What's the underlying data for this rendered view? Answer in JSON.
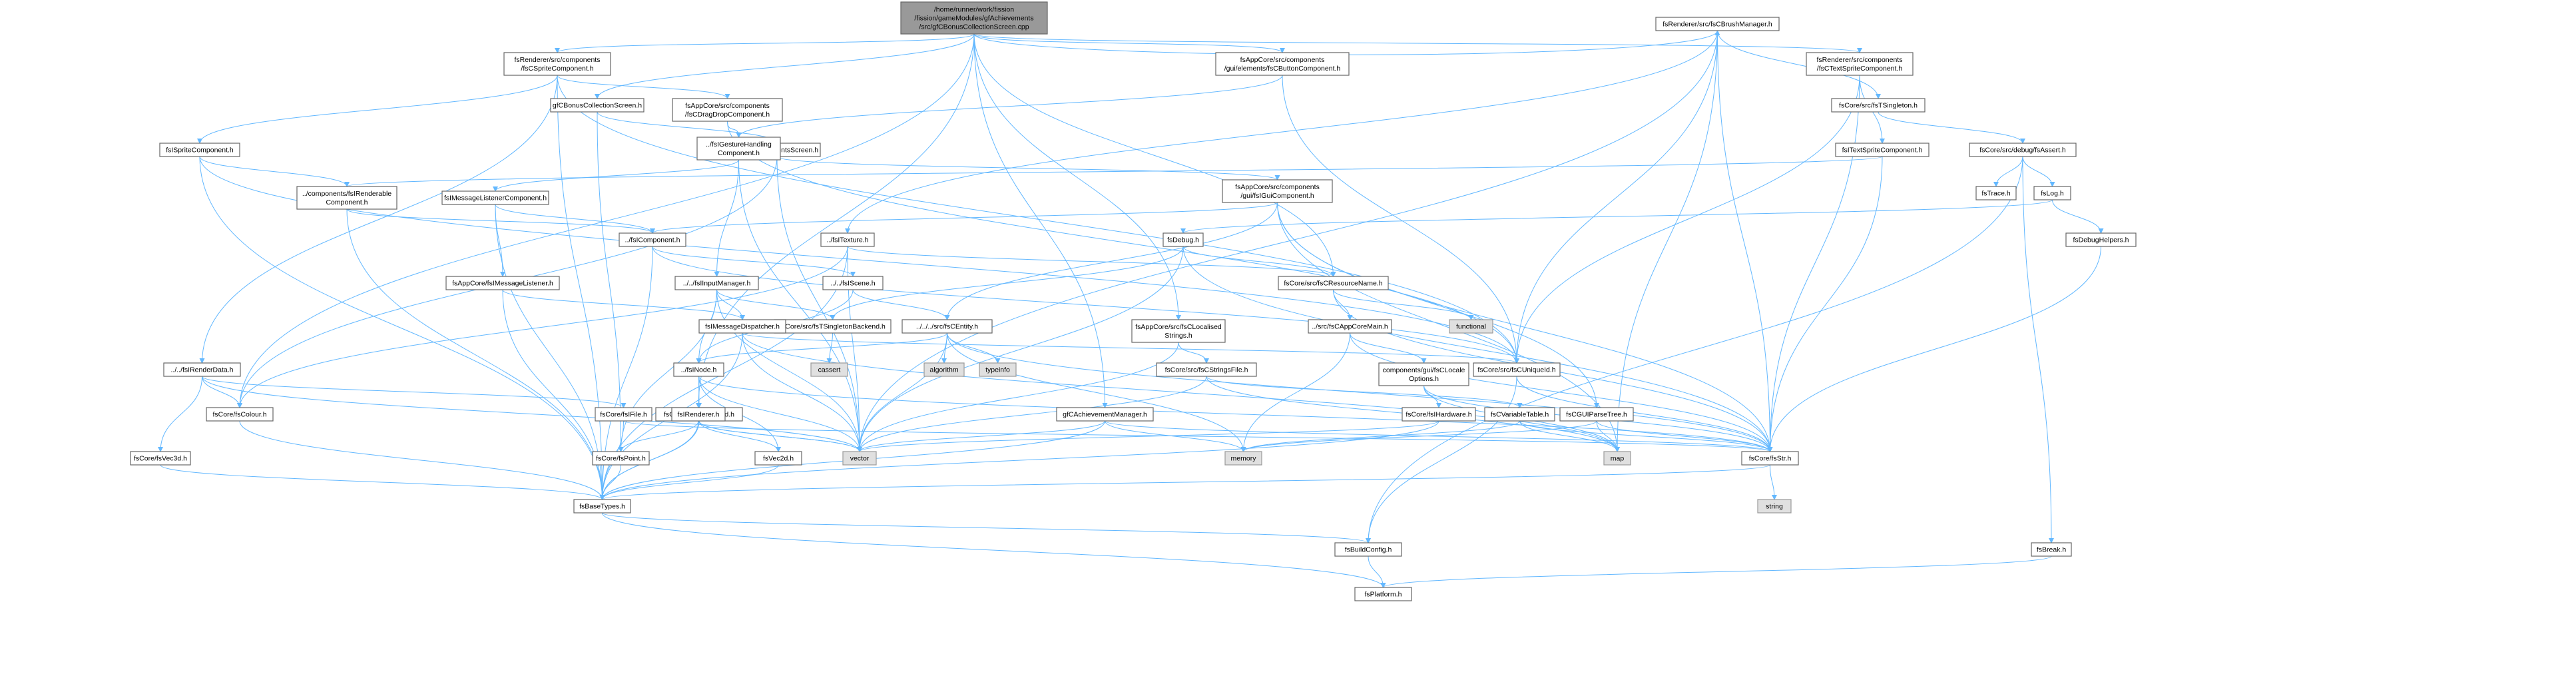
{
  "diagram": {
    "root": {
      "id": "root",
      "lines": [
        "/home/runner/work/fission",
        "/fission/gameModules/gfAchievements",
        "/src/gfCBonusCollectionScreen.cpp"
      ]
    },
    "nodes": [
      {
        "id": "spritecomp",
        "lines": [
          "fsRenderer/src/components",
          "/fsCSpriteComponent.h"
        ]
      },
      {
        "id": "bonusscreen_h",
        "lines": [
          "gfCBonusCollectionScreen.h"
        ]
      },
      {
        "id": "buttoncomp",
        "lines": [
          "fsAppCore/src/components",
          "/gui/elements/fsCButtonComponent.h"
        ]
      },
      {
        "id": "brushmgr",
        "lines": [
          "fsRenderer/src/fsCBrushManager.h"
        ]
      },
      {
        "id": "textsprite",
        "lines": [
          "fsRenderer/src/components",
          "/fsCTextSpriteComponent.h"
        ]
      },
      {
        "id": "spritecomp_i",
        "lines": [
          "fsISpriteComponent.h"
        ]
      },
      {
        "id": "dragdrop",
        "lines": [
          "fsAppCore/src/components",
          "/fsCDragDropComponent.h"
        ]
      },
      {
        "id": "achscreen",
        "lines": [
          "gfCAchievementsScreen.h"
        ]
      },
      {
        "id": "gesture",
        "lines": [
          "../fsIGestureHandling",
          "Component.h"
        ]
      },
      {
        "id": "tsingleton",
        "lines": [
          "fsCore/src/fsTSingleton.h"
        ]
      },
      {
        "id": "textsprite_i",
        "lines": [
          "fsITextSpriteComponent.h"
        ]
      },
      {
        "id": "fsassert",
        "lines": [
          "fsCore/src/debug/fsAssert.h"
        ]
      },
      {
        "id": "renderable",
        "lines": [
          "../components/fsIRenderable",
          "Component.h"
        ]
      },
      {
        "id": "msglistener",
        "lines": [
          "fsIMessageListenerComponent.h"
        ]
      },
      {
        "id": "guicomp",
        "lines": [
          "fsAppCore/src/components",
          "/gui/fsIGuiComponent.h"
        ]
      },
      {
        "id": "trace",
        "lines": [
          "fsTrace.h"
        ]
      },
      {
        "id": "log",
        "lines": [
          "fsLog.h"
        ]
      },
      {
        "id": "icomponent",
        "lines": [
          "../fsIComponent.h"
        ]
      },
      {
        "id": "itexture",
        "lines": [
          "../fsITexture.h"
        ]
      },
      {
        "id": "debug",
        "lines": [
          "fsDebug.h"
        ]
      },
      {
        "id": "debughelpers",
        "lines": [
          "fsDebugHelpers.h"
        ]
      },
      {
        "id": "appmsglistener",
        "lines": [
          "fsAppCore/fsIMessageListener.h"
        ]
      },
      {
        "id": "inputmgr",
        "lines": [
          "../../fsIInputManager.h"
        ]
      },
      {
        "id": "iscene",
        "lines": [
          "../../fsIScene.h"
        ]
      },
      {
        "id": "resname",
        "lines": [
          "fsCore/src/fsCResourceName.h"
        ]
      },
      {
        "id": "localised",
        "lines": [
          "fsAppCore/src/fsCLocalised",
          "Strings.h"
        ]
      },
      {
        "id": "tsingbackend",
        "lines": [
          "fsCore/src/fsTSingletonBackend.h"
        ]
      },
      {
        "id": "msgdispatcher",
        "lines": [
          "fsIMessageDispatcher.h"
        ]
      },
      {
        "id": "centity",
        "lines": [
          "../../../src/fsCEntity.h"
        ]
      },
      {
        "id": "appcoremain",
        "lines": [
          "../src/fsCAppCoreMain.h"
        ]
      },
      {
        "id": "functional",
        "lines": [
          "functional"
        ],
        "ext": true
      },
      {
        "id": "renderdata",
        "lines": [
          "../../fsIRenderData.h"
        ]
      },
      {
        "id": "inode",
        "lines": [
          "../fsINode.h"
        ]
      },
      {
        "id": "cstringsfile",
        "lines": [
          "fsCore/src/fsCStringsFile.h"
        ]
      },
      {
        "id": "cassert",
        "lines": [
          "cassert"
        ],
        "ext": true
      },
      {
        "id": "algorithm",
        "lines": [
          "algorithm"
        ],
        "ext": true
      },
      {
        "id": "typeinfo",
        "lines": [
          "typeinfo"
        ],
        "ext": true
      },
      {
        "id": "uniqueid",
        "lines": [
          "fsCore/src/fsCUniqueId.h"
        ]
      },
      {
        "id": "locale",
        "lines": [
          "components/gui/fsCLocale",
          "Options.h"
        ]
      },
      {
        "id": "colour",
        "lines": [
          "fsCore/fsColour.h"
        ]
      },
      {
        "id": "affine",
        "lines": [
          "fsCore/fsAffineMtx2d.h"
        ]
      },
      {
        "id": "ifile",
        "lines": [
          "fsCore/fsIFile.h"
        ]
      },
      {
        "id": "irenderer",
        "lines": [
          "fsIRenderer.h"
        ]
      },
      {
        "id": "achmgr",
        "lines": [
          "gfCAchievementManager.h"
        ]
      },
      {
        "id": "hardware",
        "lines": [
          "fsCore/fsIHardware.h"
        ]
      },
      {
        "id": "vartable",
        "lines": [
          "fsCVariableTable.h"
        ]
      },
      {
        "id": "parsetree",
        "lines": [
          "fsCGUIParseTree.h"
        ]
      },
      {
        "id": "vec3d",
        "lines": [
          "fsCore/fsVec3d.h"
        ]
      },
      {
        "id": "vec2d",
        "lines": [
          "fsVec2d.h"
        ]
      },
      {
        "id": "point",
        "lines": [
          "fsCore/fsPoint.h"
        ]
      },
      {
        "id": "vector",
        "lines": [
          "vector"
        ],
        "ext": true
      },
      {
        "id": "memory",
        "lines": [
          "memory"
        ],
        "ext": true
      },
      {
        "id": "map",
        "lines": [
          "map"
        ],
        "ext": true
      },
      {
        "id": "fsstr",
        "lines": [
          "fsCore/fsStr.h"
        ]
      },
      {
        "id": "basetypes",
        "lines": [
          "fsBaseTypes.h"
        ]
      },
      {
        "id": "buildconfig",
        "lines": [
          "fsBuildConfig.h"
        ]
      },
      {
        "id": "fsbreak",
        "lines": [
          "fsBreak.h"
        ]
      },
      {
        "id": "string",
        "lines": [
          "string"
        ],
        "ext": true
      },
      {
        "id": "platform",
        "lines": [
          "fsPlatform.h"
        ]
      }
    ]
  }
}
